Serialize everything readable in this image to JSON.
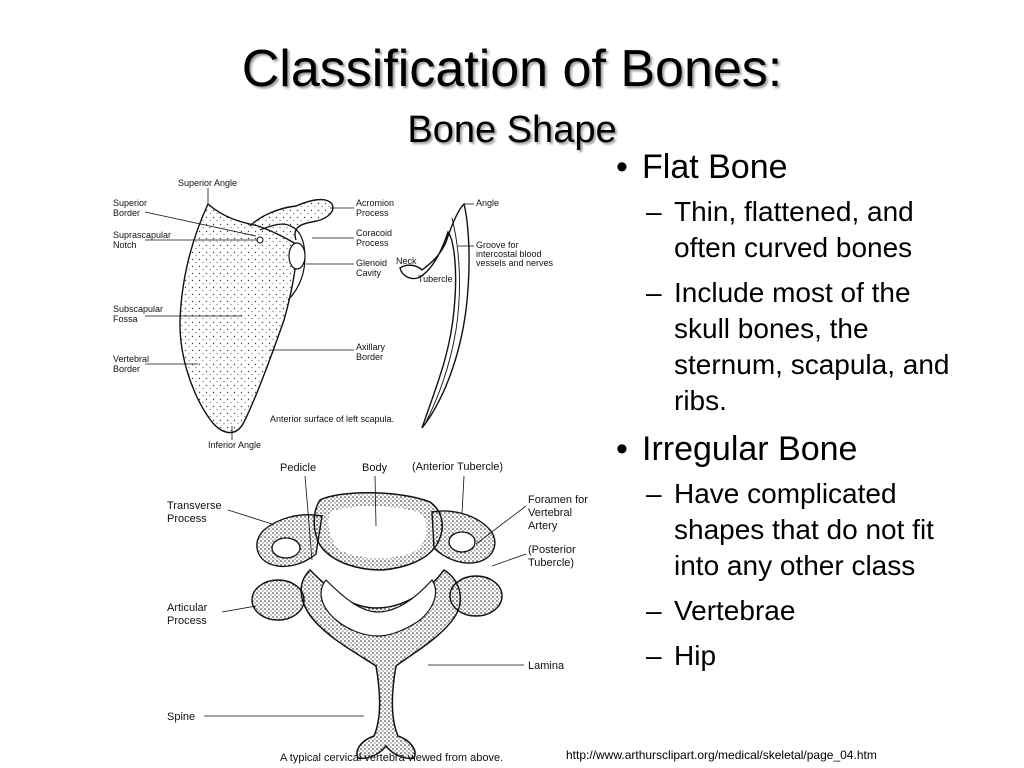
{
  "slide": {
    "title": "Classification of Bones:",
    "subtitle": "Bone Shape",
    "source_url": "http://www.arthursclipart.org/medical/skeletal/page_04.htm"
  },
  "bullets": [
    {
      "heading": "Flat Bone",
      "subs": [
        [
          "Thin, flattened, and",
          "often curved bones"
        ],
        [
          "Include most of the",
          "skull bones, the",
          "sternum, scapula, and",
          "ribs."
        ]
      ]
    },
    {
      "heading": "Irregular Bone",
      "subs": [
        [
          "Have complicated",
          "shapes that do not fit",
          "into any other class"
        ],
        [
          "Vertebrae"
        ],
        [
          "Hip"
        ]
      ]
    }
  ],
  "scapula_labels": {
    "superior_angle": "Superior Angle",
    "superior_border": [
      "Superior",
      "Border"
    ],
    "suprascapular_notch": [
      "Suprascapular",
      "Notch"
    ],
    "subscapular_fossa": [
      "Subscapular",
      "Fossa"
    ],
    "vertebral_border": [
      "Vertebral",
      "Border"
    ],
    "inferior_angle": "Inferior Angle",
    "acromion_process": [
      "Acromion",
      "Process"
    ],
    "coracoid_process": [
      "Coracoid",
      "Process"
    ],
    "glenoid_cavity": [
      "Glenoid",
      "Cavity"
    ],
    "axillary_border": [
      "Axillary",
      "Border"
    ],
    "caption": "Anterior surface of left scapula."
  },
  "rib_labels": {
    "angle": "Angle",
    "neck": "Neck",
    "tubercle": "Tubercle",
    "groove": [
      "Groove for",
      "intercostal blood",
      "vessels and nerves"
    ]
  },
  "vertebra_labels": {
    "pedicle": "Pedicle",
    "body": "Body",
    "anterior_tubercle": "(Anterior Tubercle)",
    "transverse_process": [
      "Transverse",
      "Process"
    ],
    "foramen": [
      "Foramen for",
      "Vertebral",
      "Artery"
    ],
    "posterior_tubercle": [
      "(Posterior",
      "Tubercle)"
    ],
    "articular_process": [
      "Articular",
      "Process"
    ],
    "lamina": "Lamina",
    "spine": "Spine",
    "caption": "A typical cervical vertebra viewed from above."
  }
}
